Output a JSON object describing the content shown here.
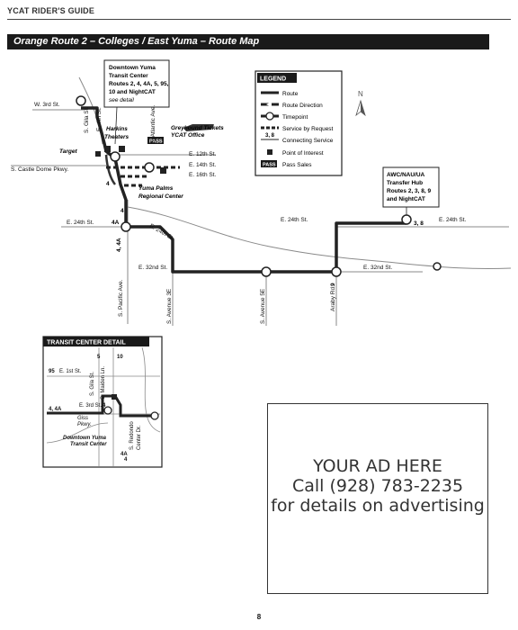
{
  "header": {
    "guide_title": "YCAT RIDER'S GUIDE"
  },
  "banner": {
    "title": "Orange Route 2 –  Colleges / East Yuma –  Route Map"
  },
  "callouts": {
    "downtown": [
      "Downtown Yuma",
      "Transit Center",
      "Routes 2, 4, 4A, 5, 95,",
      "10 and NightCAT",
      "see detail"
    ],
    "awc": [
      "AWC/NAU/UA",
      "Transfer Hub",
      "Routes 2, 3, 8, 9",
      "and NightCAT"
    ]
  },
  "legend": {
    "title": "LEGEND",
    "items": [
      "Route",
      "Route Direction",
      "Timepoint",
      "Service by Request",
      "Connecting Service",
      "Point of Interest",
      "Pass Sales"
    ],
    "sample_route_number": "3, 8",
    "pass_badge": "PASS",
    "north_label": "N"
  },
  "streets": {
    "w_3rd": "W. 3rd St.",
    "s_gila": "S. Gila St.",
    "e_4th": "E. 4th St.",
    "s_atlantic": "S. Atlantic Ave.",
    "e_12th": "E. 12th St.",
    "e_14th": "E. 14th St.",
    "e_16th": "E. 16th St.",
    "castle_dome": "S. Castle Dome Pkwy.",
    "e_24th_left": "E. 24th St.",
    "e_24th_diag": "E. 24th St.",
    "e_24th_mid": "E. 24th St.",
    "e_24th_right": "E. 24th St.",
    "e_32nd_left": "E. 32nd St.",
    "e_32nd_right": "E. 32nd St.",
    "s_pacific": "S. Pacific Ave.",
    "s_avenue_3e": "S. Avenue 3E",
    "s_avenue_5e": "S. Avenue 5E",
    "araby": "Araby Rd."
  },
  "places": {
    "harkins": [
      "Harkins",
      "Theaters"
    ],
    "greyhound": [
      "Greyhound Tickets",
      "YCAT Office"
    ],
    "target": "Target",
    "yuma_palms": [
      "Yuma Palms",
      "Regional Center"
    ]
  },
  "route_numbers": {
    "r4_a": "4",
    "r4_b": "4",
    "r4a_b": "4A",
    "r4_4a": "4, 4A",
    "r9": "9",
    "r38": "3, 8"
  },
  "transit_detail": {
    "title": "TRANSIT CENTER DETAIL",
    "labels": {
      "r95": "95",
      "e_1st": "E. 1st St.",
      "s_gila": "S. Gila St.",
      "s_maiden": "S. Maiden Ln.",
      "r5": "5",
      "r10": "10",
      "e_3rd": "E. 3rd St.",
      "r4": "4",
      "r4_4a": "4, 4A",
      "giss": [
        "Giss",
        "Pkwy."
      ],
      "center": [
        "Downtown Yuma",
        "Transit Center"
      ],
      "s_redondo": [
        "S. Redondo",
        "Center Dr."
      ],
      "r4b": "4",
      "r4a": "4A"
    }
  },
  "ad": {
    "line1": "YOUR AD HERE",
    "line2": "Call (928) 783-2235",
    "line3": "for details on advertising"
  },
  "page": {
    "number": "8"
  },
  "colors": {
    "route": "#222222",
    "connecting": "#333333",
    "other_roads": "#8a8a8a",
    "banner": "#1a1a1a"
  }
}
